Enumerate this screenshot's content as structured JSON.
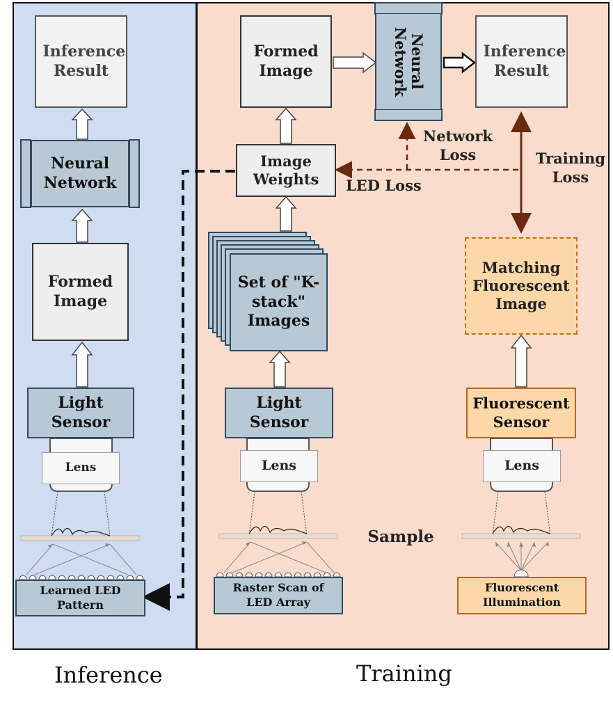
{
  "inference": {
    "result": "Inference Result",
    "network": "Neural Network",
    "formed_image": "Formed Image",
    "sensor": "Light Sensor",
    "lens": "Lens",
    "led_pattern": "Learned LED Pattern",
    "caption": "Inference"
  },
  "training": {
    "formed_image": "Formed Image",
    "network_vertical": "Neural Network",
    "result": "Inference Result",
    "image_weights": "Image Weights",
    "network_loss": "Network Loss",
    "training_loss": "Training Loss",
    "led_loss": "LED Loss",
    "kstack": "Set of \"K-stack\" Images",
    "matching": "Matching Fluorescent Image",
    "light_sensor": "Light Sensor",
    "fluor_sensor": "Fluorescent Sensor",
    "lens_mid": "Lens",
    "lens_right": "Lens",
    "sample": "Sample",
    "raster": "Raster Scan of LED Array",
    "fluor_illum": "Fluorescent Illumination",
    "caption": "Training"
  },
  "colors": {
    "inference_bg": "#cfdcf2",
    "training_bg": "#f9dccb",
    "loss_arrow": "#6b2a10"
  }
}
